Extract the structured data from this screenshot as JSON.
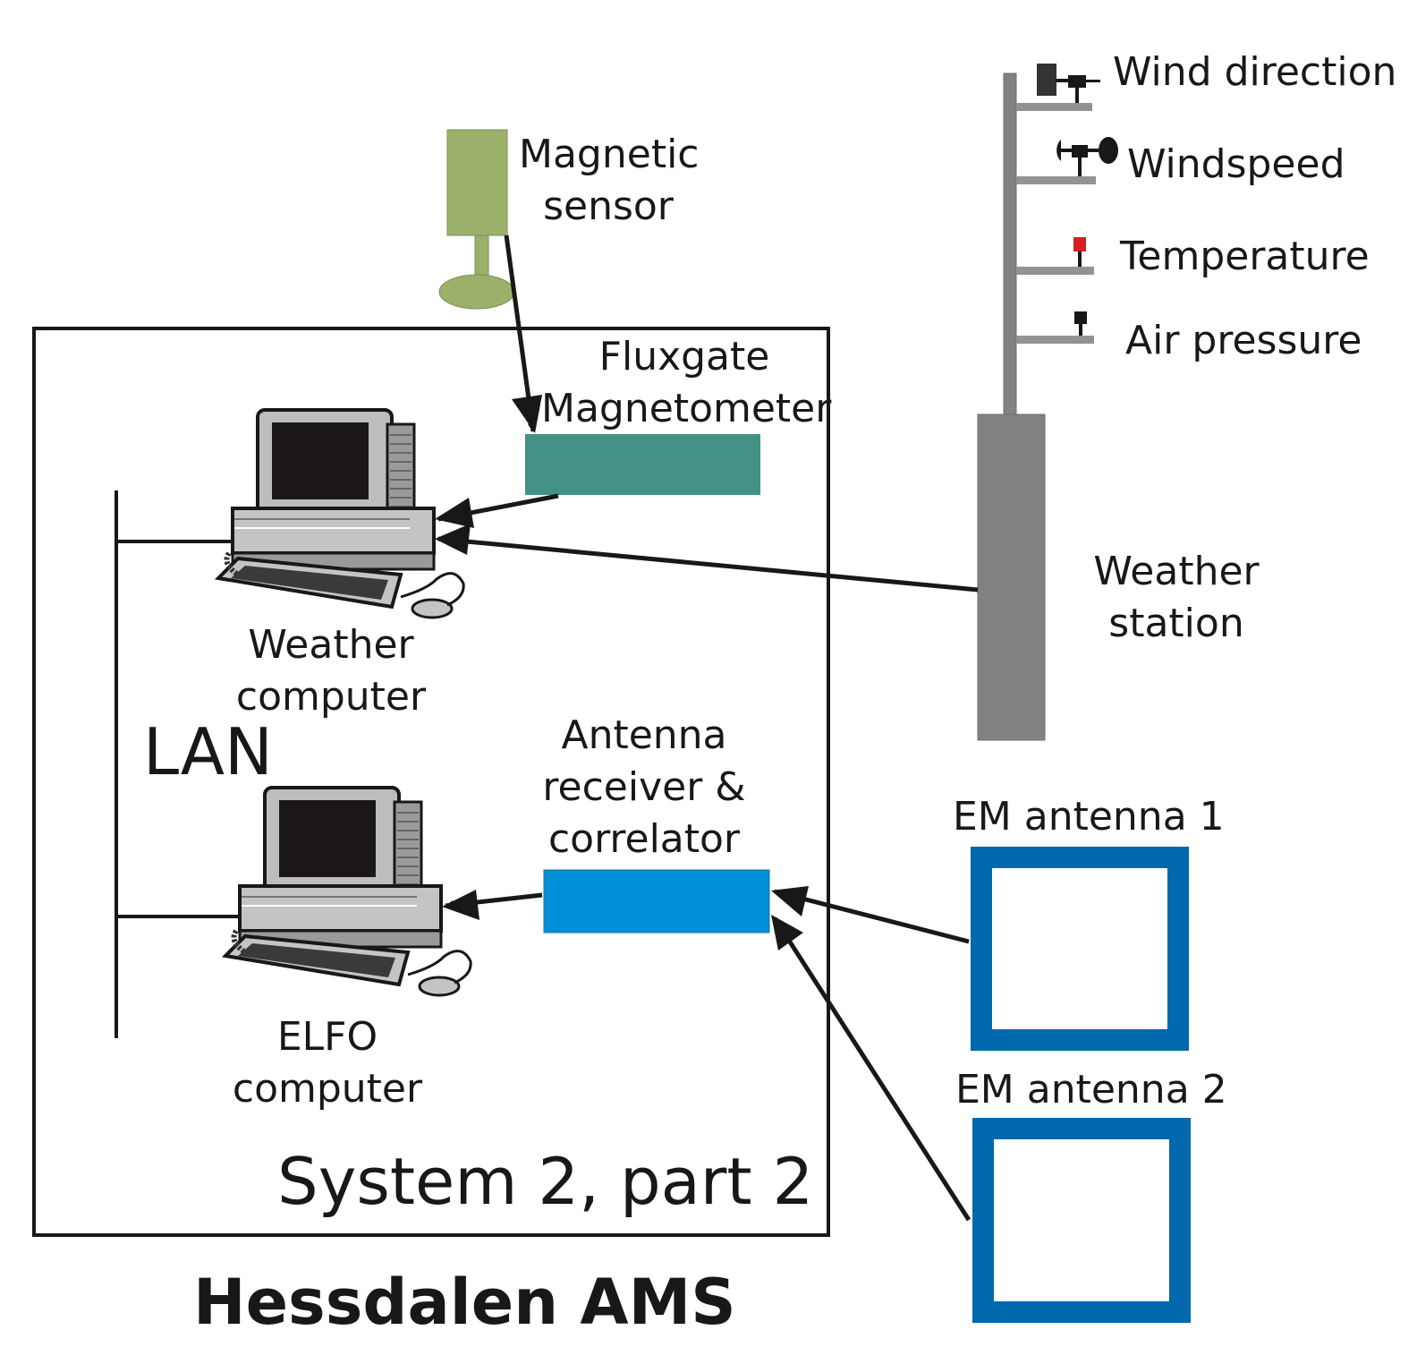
{
  "title": "Hessdalen AMS",
  "system_box": {
    "label": "System 2, part 2",
    "lan_label": "LAN"
  },
  "magnetic_sensor": {
    "line1": "Magnetic",
    "line2": "sensor"
  },
  "fluxgate": {
    "line1": "Fluxgate",
    "line2": "Magnetometer"
  },
  "weather_computer": {
    "line1": "Weather",
    "line2": "computer"
  },
  "elfo_computer": {
    "line1": "ELFO",
    "line2": "computer"
  },
  "antenna_receiver": {
    "line1": "Antenna",
    "line2": "receiver &",
    "line3": "correlator"
  },
  "weather_station": {
    "line1": "Weather",
    "line2": "station",
    "sensors": [
      {
        "label": "Wind direction"
      },
      {
        "label": "Windspeed"
      },
      {
        "label": "Temperature"
      },
      {
        "label": "Air pressure"
      }
    ]
  },
  "em_antennas": [
    {
      "label": "EM antenna 1"
    },
    {
      "label": "EM antenna 2"
    }
  ],
  "colors": {
    "magnetic_sensor": "#9bb06b",
    "fluxgate_box": "#449185",
    "receiver_box": "#0090d8",
    "antenna_frame": "#0068ad",
    "pole": "#828282",
    "temperature_sensor": "#d42020",
    "line": "#1a1717"
  }
}
